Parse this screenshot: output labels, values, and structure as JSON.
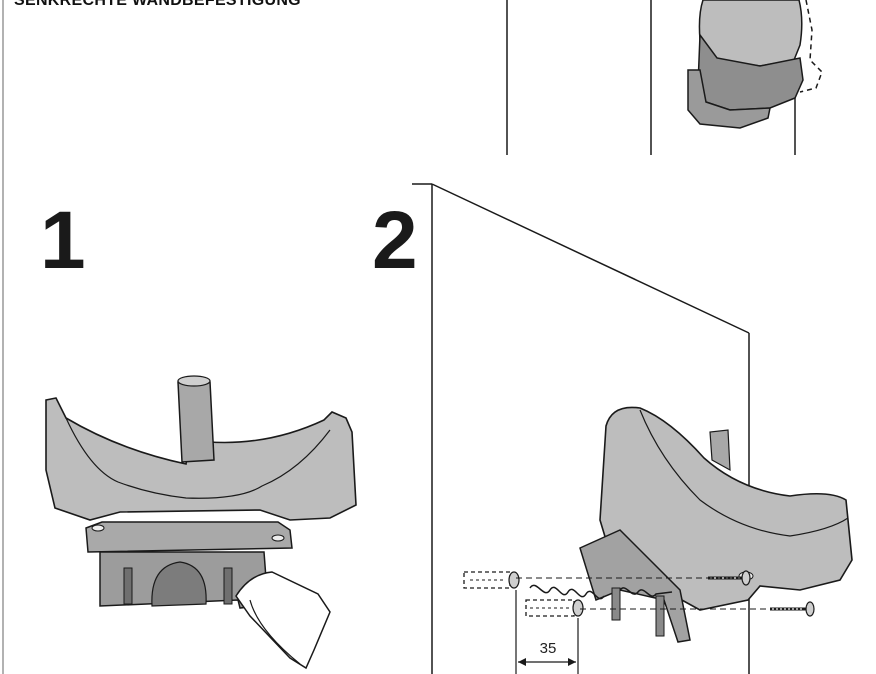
{
  "header": {
    "title": "SENKRECHTE WANDBEFESTIGUNG"
  },
  "steps": [
    {
      "number": "1"
    },
    {
      "number": "2"
    }
  ],
  "dimension": {
    "value": "35"
  },
  "colors": {
    "part_fill": "#bdbdbd",
    "part_shadow": "#8e8e8e",
    "line": "#1a1a1a"
  }
}
